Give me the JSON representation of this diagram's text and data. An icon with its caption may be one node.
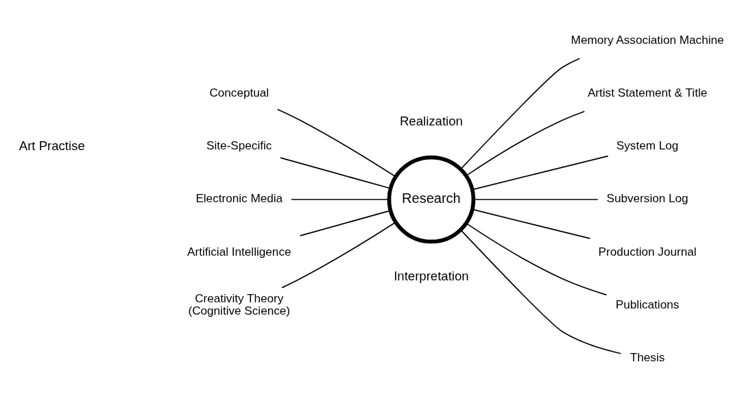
{
  "diagram": {
    "nodes": [
      {
        "text": [
          "Conceptual"
        ]
      },
      {
        "text": [
          "Site-Specific"
        ]
      },
      {
        "text": [
          "Electronic Media"
        ]
      },
      {
        "text": [
          "Research"
        ]
      },
      {
        "text": [
          "Artificial Intelligence"
        ]
      },
      {
        "text": [
          "Creativity Theory",
          "(Cognitive Science)"
        ]
      },
      {
        "text": [
          "Memory Association Machine"
        ]
      },
      {
        "text": [
          "Artist Statement & Title"
        ]
      },
      {
        "text": [
          "System Log"
        ]
      },
      {
        "text": [
          "Subversion Log"
        ]
      },
      {
        "text": [
          "Production Journal"
        ]
      },
      {
        "text": [
          "Publications"
        ]
      },
      {
        "text": [
          "Thesis"
        ]
      }
    ],
    "edges": [
      {
        "from": 0,
        "to": 3,
        "arrow": "none"
      },
      {
        "from": 1,
        "to": 3,
        "arrow": "none"
      },
      {
        "from": 2,
        "to": 3,
        "arrow": "none"
      },
      {
        "from": 4,
        "to": 3,
        "arrow": "none"
      },
      {
        "from": 5,
        "to": 3,
        "arrow": "none"
      },
      {
        "from": 3,
        "to": 6,
        "arrow": "none"
      },
      {
        "from": 3,
        "to": 7,
        "arrow": "none"
      },
      {
        "from": 3,
        "to": 8,
        "arrow": "none"
      },
      {
        "from": 3,
        "to": 9,
        "arrow": "none"
      },
      {
        "from": 3,
        "to": 10,
        "arrow": "none"
      },
      {
        "from": 3,
        "to": 11,
        "arrow": "none"
      },
      {
        "from": 3,
        "to": 12,
        "arrow": "none"
      }
    ],
    "labels": [
      "Realization",
      "Art Practise",
      "Interpretation"
    ]
  }
}
